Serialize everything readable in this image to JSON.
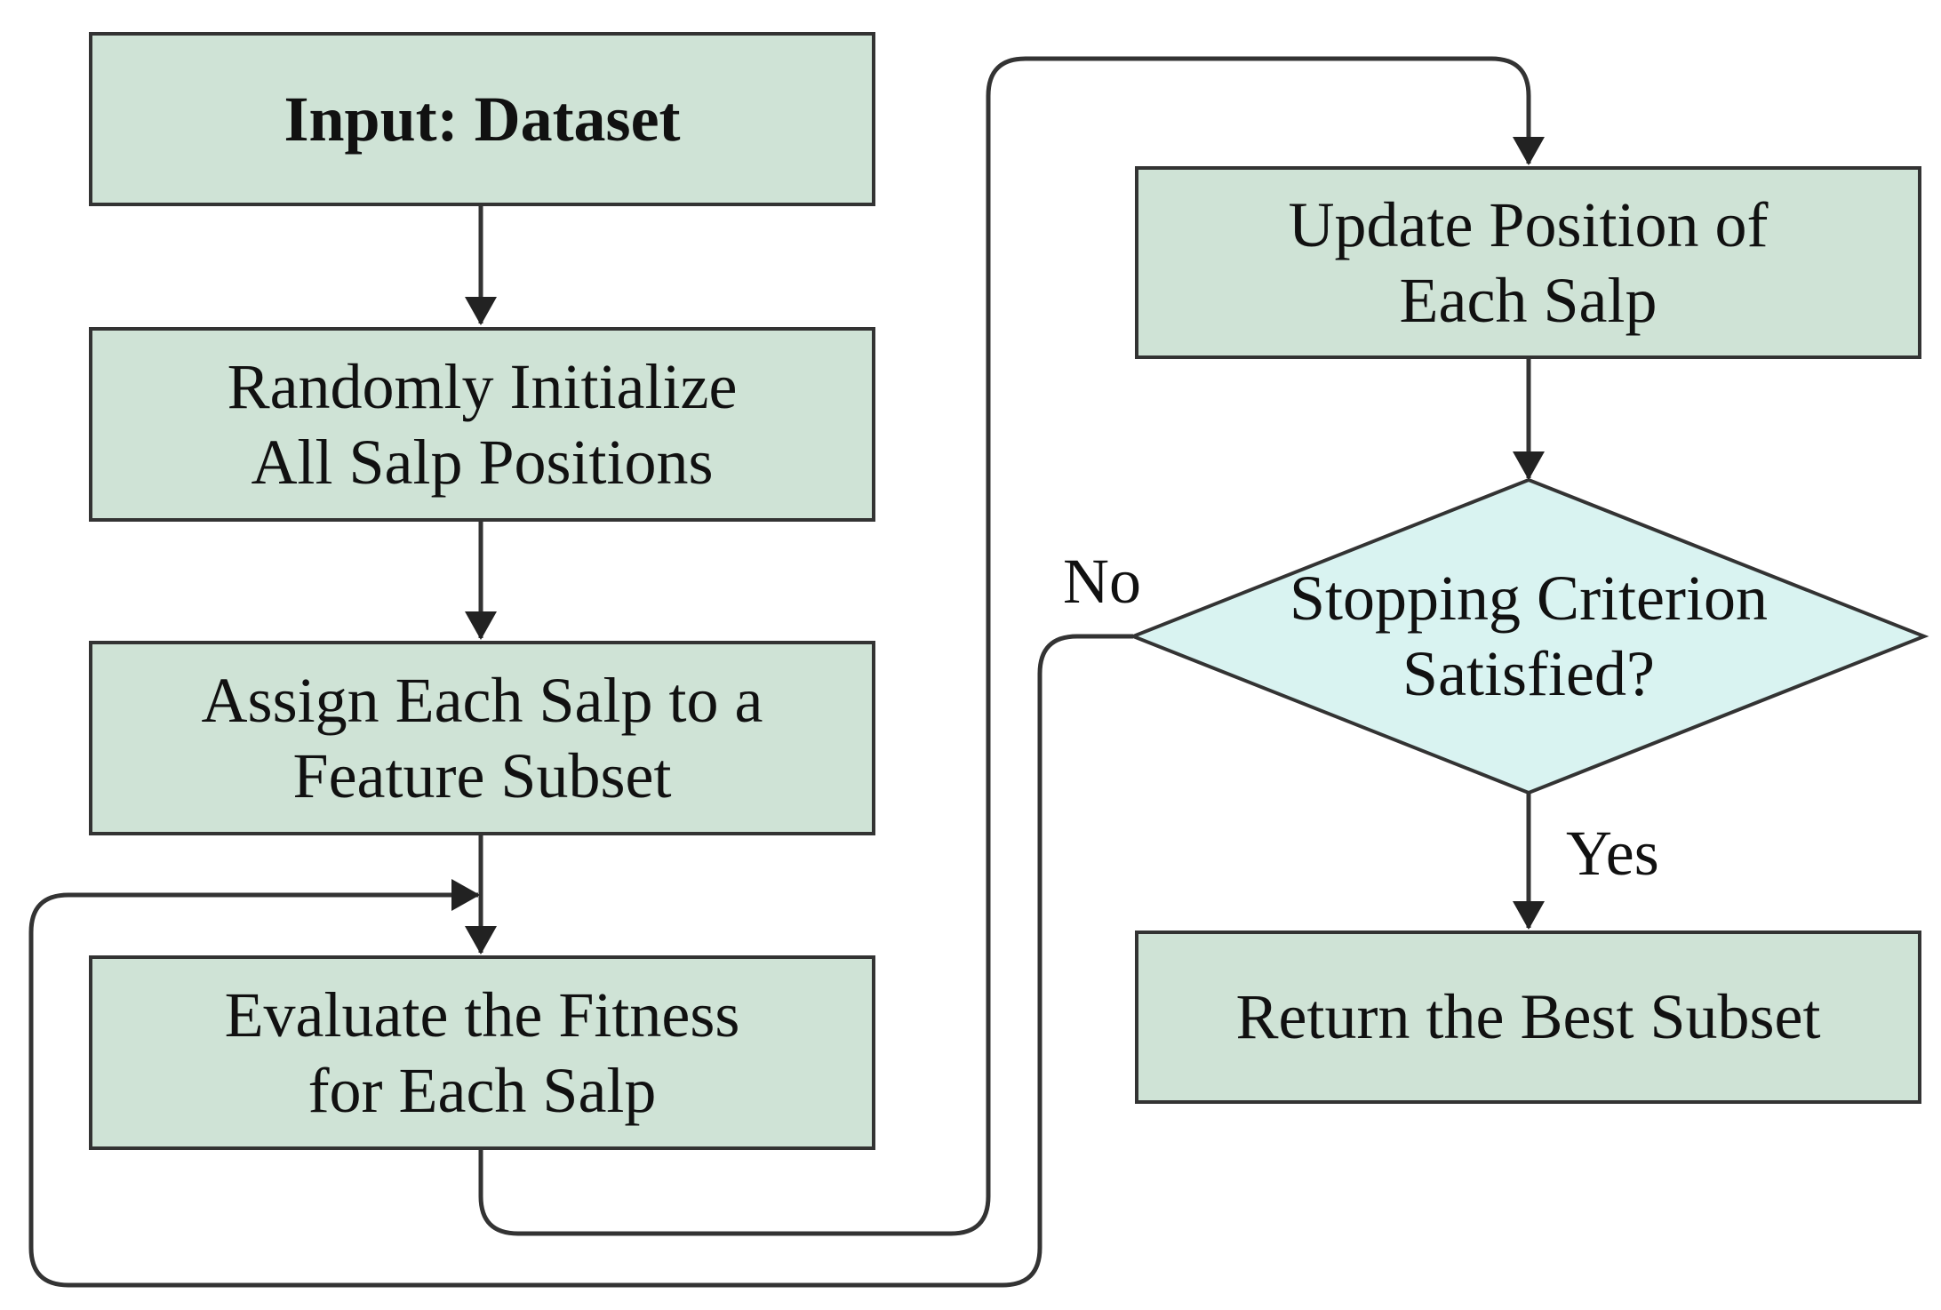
{
  "colors": {
    "process_fill": "#cfe3d6",
    "decision_fill": "#d9f3f1",
    "stroke": "#333333",
    "text": "#111111"
  },
  "nodes": {
    "input": {
      "text": "Input: Dataset"
    },
    "init": {
      "text": "Randomly Initialize\nAll Salp Positions"
    },
    "assign": {
      "text": "Assign Each Salp to a\nFeature Subset"
    },
    "evaluate": {
      "text": "Evaluate the Fitness\nfor Each Salp"
    },
    "update": {
      "text": "Update Position of\nEach Salp"
    },
    "decision": {
      "text": "Stopping Criterion\nSatisfied?"
    },
    "result": {
      "text": "Return the Best Subset"
    }
  },
  "edge_labels": {
    "no": "No",
    "yes": "Yes"
  }
}
